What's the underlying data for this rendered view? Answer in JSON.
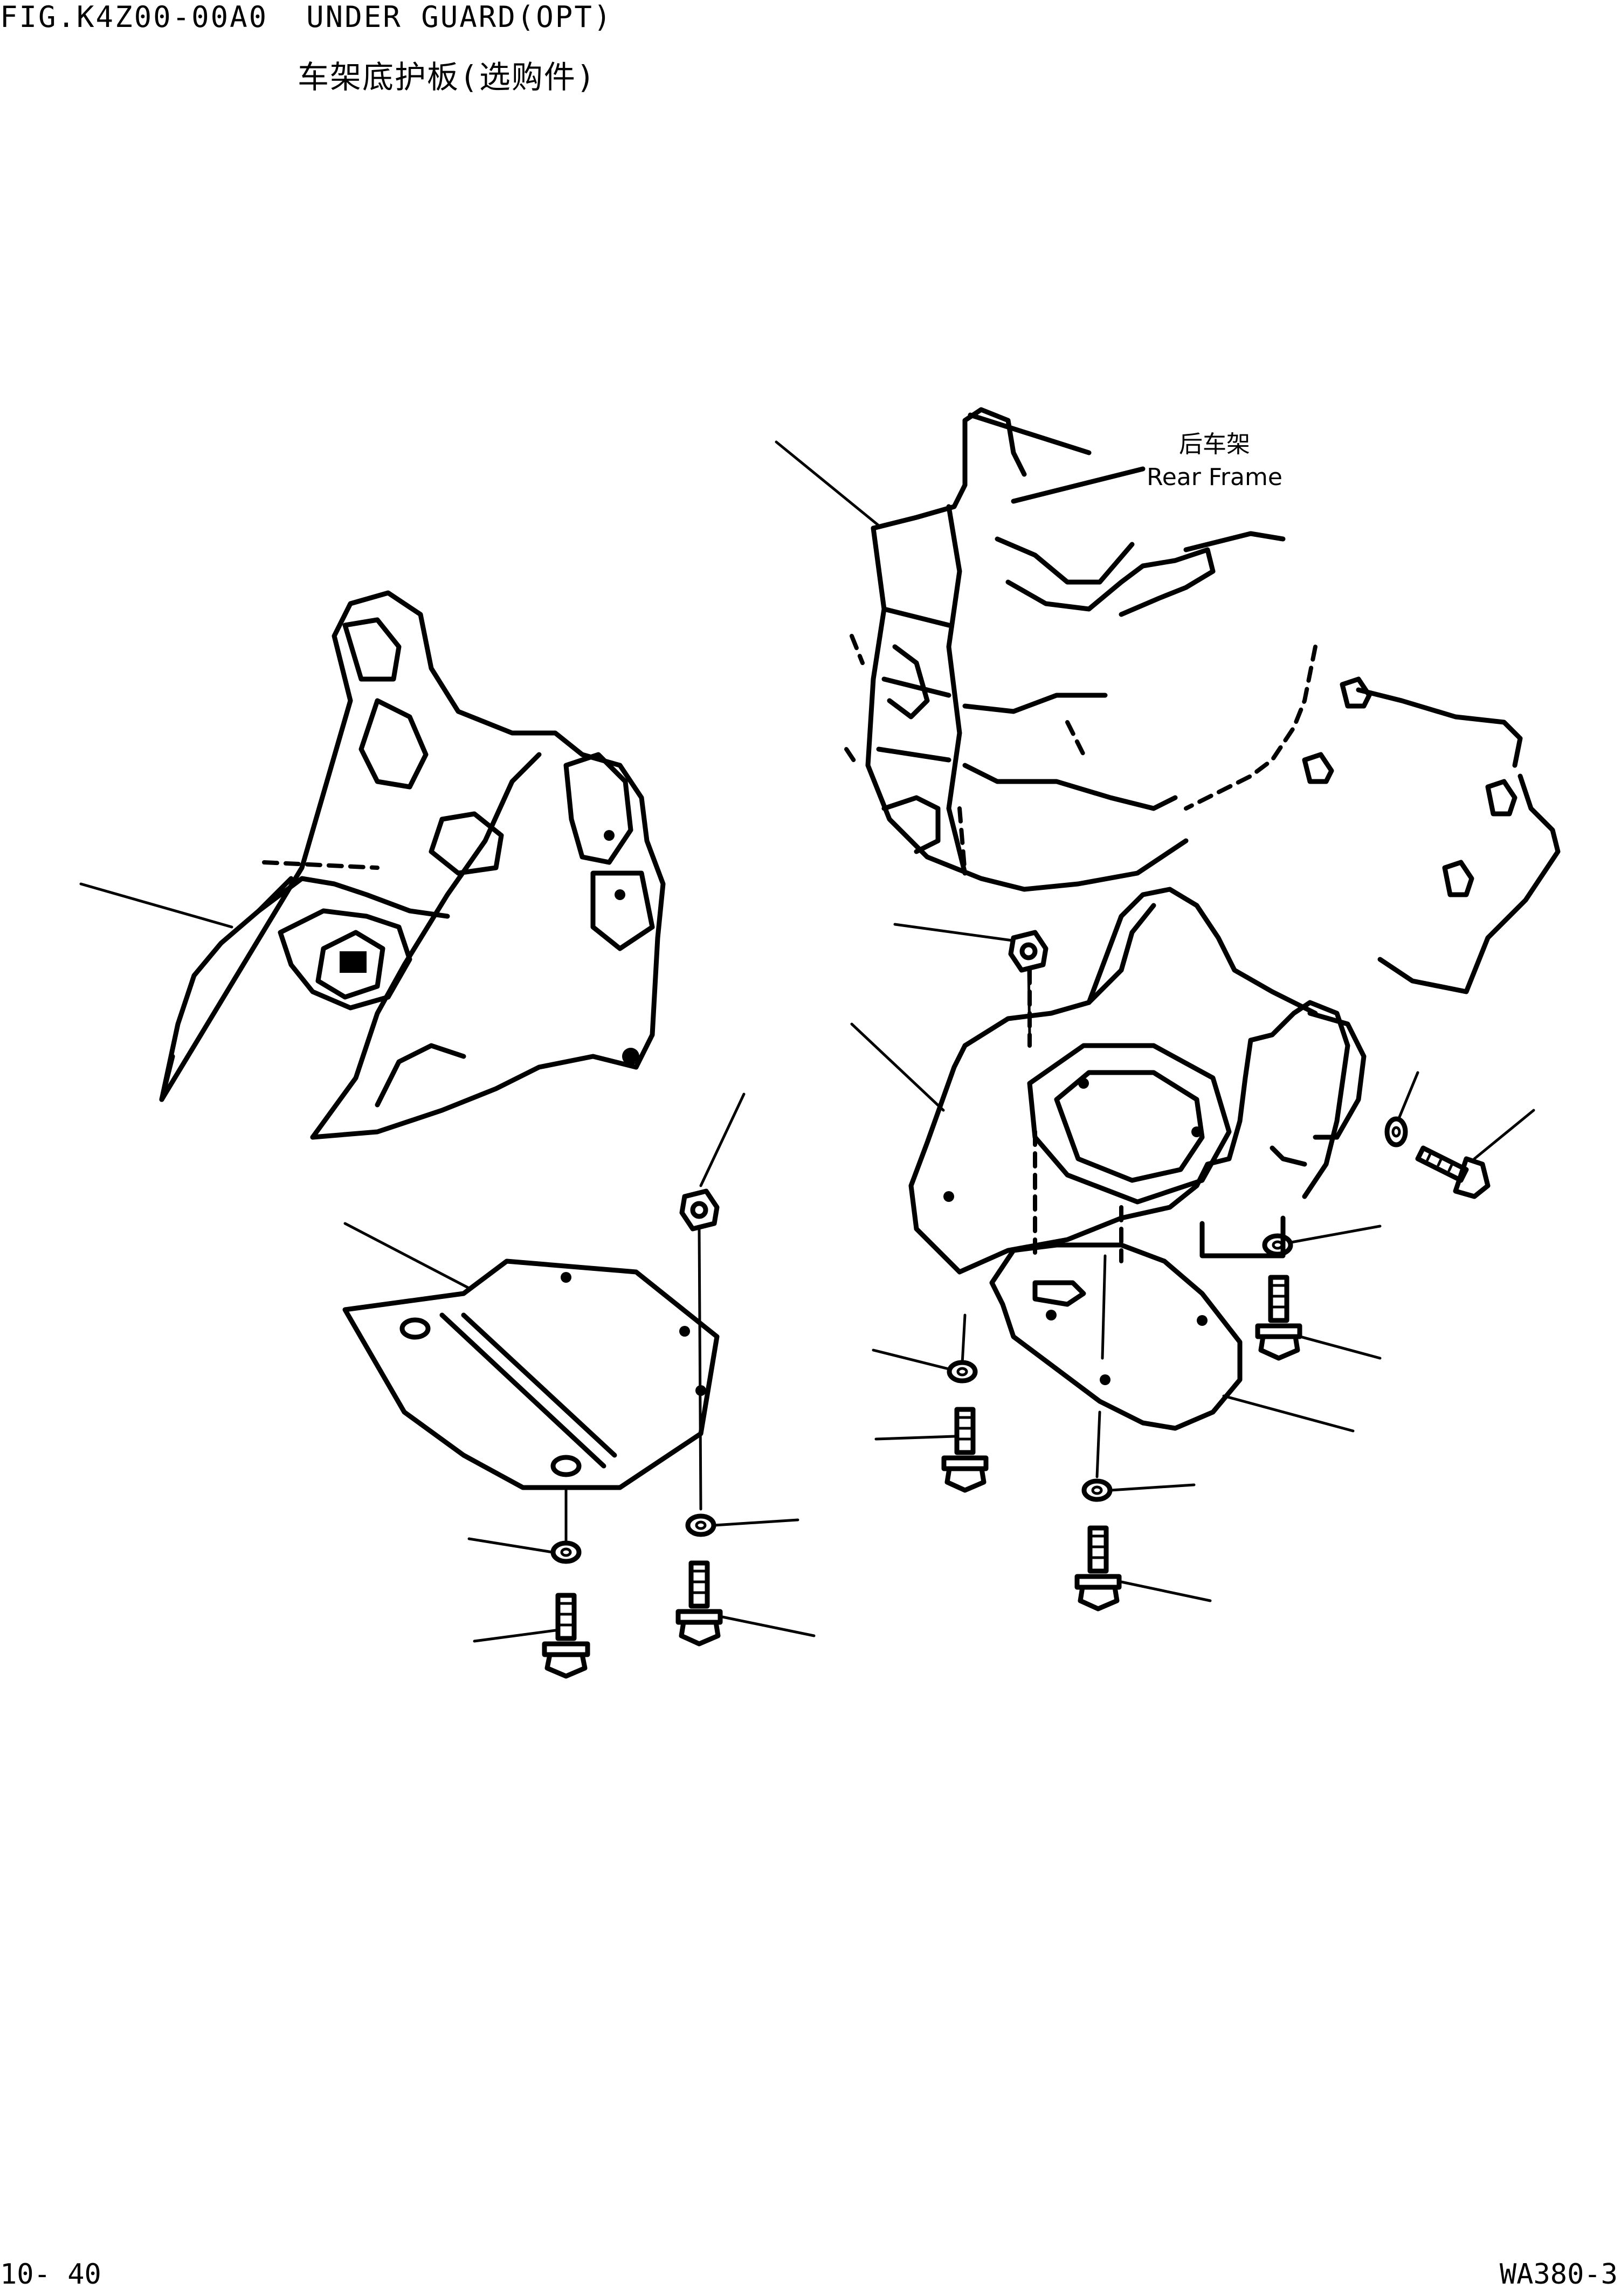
{
  "header": {
    "figure_title": "FIG.K4Z00-00A0  UNDER GUARD(OPT)",
    "figure_title_cn": "车架底护板(选购件)"
  },
  "callouts": {
    "rear_frame_cn": "后车架",
    "rear_frame_en": "Rear Frame"
  },
  "footer": {
    "page_number": "10- 40",
    "model": "WA380-3"
  }
}
